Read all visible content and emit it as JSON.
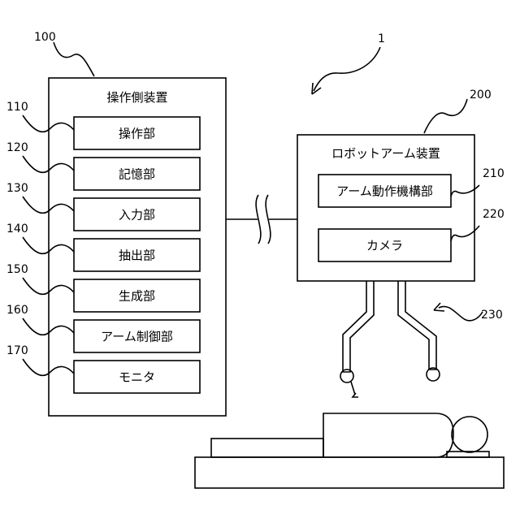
{
  "figure": {
    "system_ref": "1",
    "operation_device": {
      "ref": "100",
      "title": "操作側装置",
      "modules": [
        {
          "ref": "110",
          "label": "操作部"
        },
        {
          "ref": "120",
          "label": "記憶部"
        },
        {
          "ref": "130",
          "label": "入力部"
        },
        {
          "ref": "140",
          "label": "抽出部"
        },
        {
          "ref": "150",
          "label": "生成部"
        },
        {
          "ref": "160",
          "label": "アーム制御部"
        },
        {
          "ref": "170",
          "label": "モニタ"
        }
      ]
    },
    "robot_arm_device": {
      "ref": "200",
      "title": "ロボットアーム装置",
      "modules": [
        {
          "ref": "210",
          "label": "アーム動作機構部"
        },
        {
          "ref": "220",
          "label": "カメラ"
        }
      ],
      "arm_ref": "230"
    }
  }
}
